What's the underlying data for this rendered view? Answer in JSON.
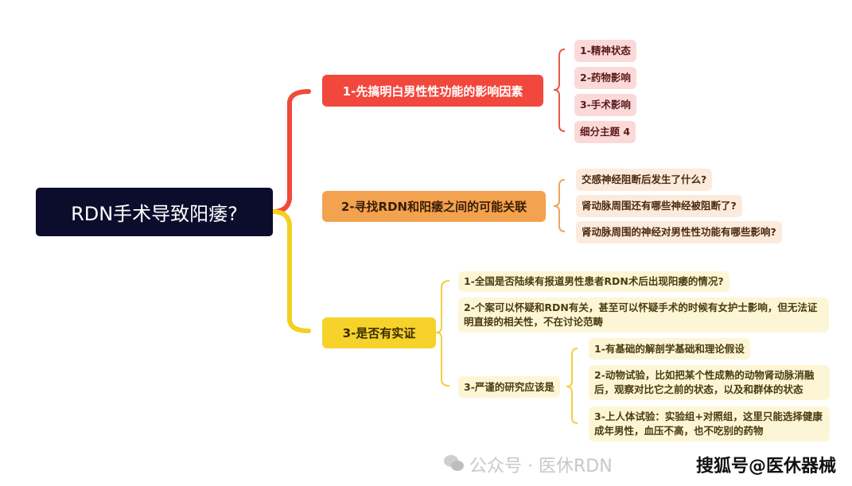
{
  "root": {
    "label": "RDN手术导致阳痿?"
  },
  "branches": [
    {
      "label": "1-先搞明白男性性功能的影响因素",
      "color": "#f2473d",
      "children": [
        "1-精神状态",
        "2-药物影响",
        "3-手术影响",
        "细分主题 4"
      ]
    },
    {
      "label": "2-寻找RDN和阳痿之间的可能关联",
      "color": "#f3a250",
      "children": [
        "交感神经阻断后发生了什么?",
        "肾动脉周围还有哪些神经被阻断了?",
        "肾动脉周围的神经对男性性功能有哪些影响?"
      ]
    },
    {
      "label": "3-是否有实证",
      "color": "#f6d22a",
      "children": [
        "1-全国是否陆续有报道男性患者RDN术后出现阳痿的情况?",
        "2-个案可以怀疑和RDN有关，甚至可以怀疑手术的时候有女护士影响，但无法证明直接的相关性，不在讨论范畴",
        "3-严谨的研究应该是"
      ],
      "sub": [
        "1-有基础的解剖学基础和理论假设",
        "2-动物试验，比如把某个性成熟的动物肾动脉消融后，观察对比它之前的状态，以及和群体的状态",
        "3-上人体试验：实验组+对照组，这里只能选择健康成年男性，血压不高，也不吃别的药物"
      ]
    }
  ],
  "watermark": {
    "wechat": "公众号 · 医休RDN",
    "sohu": "搜狐号@医休器械",
    "icon": "wechat-icon"
  }
}
